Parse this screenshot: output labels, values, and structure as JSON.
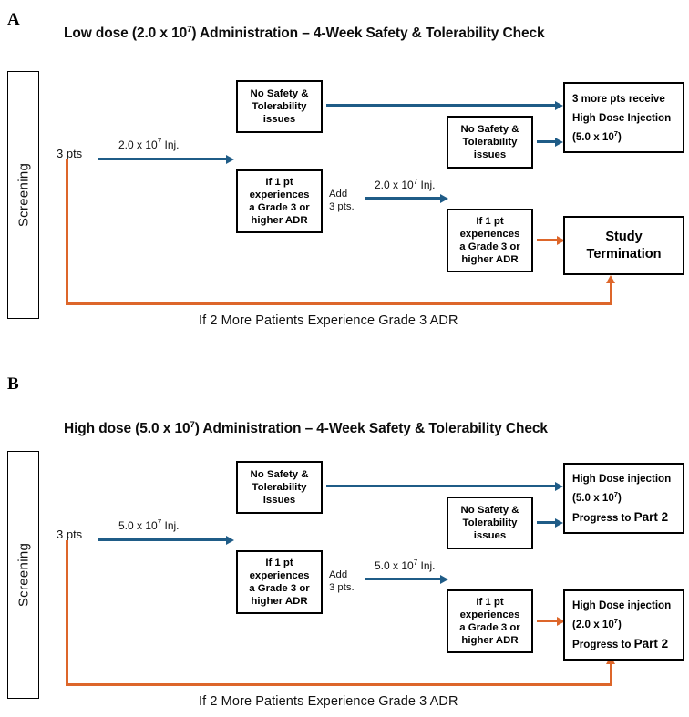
{
  "figure": {
    "type": "flowchart",
    "panels": [
      {
        "letter": "A",
        "title_parts": {
          "pre": "Low dose (2.0 x 10",
          "sup": "7",
          "post": ") Administration – 4-Week Safety & Tolerability Check"
        },
        "title_plain": "Low dose (2.0 x 10^7) Administration – 4-Week Safety & Tolerability Check",
        "screening_label": "Screening",
        "start_label": "3 pts",
        "inj_label_1": {
          "pre": "2.0 x 10",
          "sup": "7",
          "post": " Inj."
        },
        "inj_label_2": {
          "pre": "2.0 x 10",
          "sup": "7",
          "post": " Inj."
        },
        "add_label_line1": "Add",
        "add_label_line2": "3 pts.",
        "footer": "If 2 More Patients Experience Grade 3 ADR",
        "boxes": {
          "no_issues_top": [
            "No Safety &",
            "Tolerability",
            "issues"
          ],
          "adr_left": [
            "If 1 pt",
            "experiences",
            "a Grade 3 or",
            "higher ADR"
          ],
          "no_issues_mid": [
            "No Safety &",
            "Tolerability",
            "issues"
          ],
          "adr_mid": [
            "If 1 pt",
            "experiences",
            "a Grade 3 or",
            "higher ADR"
          ],
          "outcome_good_l1": "3 more pts receive",
          "outcome_good_l2": "High Dose Injection",
          "outcome_good_l3_pre": "(5.0 x 10",
          "outcome_good_l3_sup": "7",
          "outcome_good_l3_post": ")",
          "outcome_bad_l1": "Study",
          "outcome_bad_l2": "Termination"
        }
      },
      {
        "letter": "B",
        "title_parts": {
          "pre": "High dose (5.0 x 10",
          "sup": "7",
          "post": ") Administration – 4-Week Safety & Tolerability Check"
        },
        "title_plain": "High dose (5.0 x 10^7) Administration – 4-Week Safety & Tolerability Check",
        "screening_label": "Screening",
        "start_label": "3 pts",
        "inj_label_1": {
          "pre": "5.0 x 10",
          "sup": "7",
          "post": " Inj."
        },
        "inj_label_2": {
          "pre": "5.0 x 10",
          "sup": "7",
          "post": " Inj."
        },
        "add_label_line1": "Add",
        "add_label_line2": "3 pts.",
        "footer": "If 2 More Patients Experience Grade 3 ADR",
        "boxes": {
          "no_issues_top": [
            "No Safety &",
            "Tolerability",
            "issues"
          ],
          "adr_left": [
            "If 1 pt",
            "experiences",
            "a Grade 3 or",
            "higher ADR"
          ],
          "no_issues_mid": [
            "No Safety &",
            "Tolerability",
            "issues"
          ],
          "adr_mid": [
            "If 1 pt",
            "experiences",
            "a Grade 3 or",
            "higher ADR"
          ],
          "outcome_good_l1": "High Dose injection",
          "outcome_good_l2_pre": "(5.0 x 10",
          "outcome_good_l2_sup": "7",
          "outcome_good_l2_post": ")",
          "outcome_good_l3_pre": "Progress to ",
          "outcome_good_l3_strong": "Part 2",
          "outcome_bad_l1": "High Dose injection",
          "outcome_bad_l2_pre": "(2.0 x 10",
          "outcome_bad_l2_sup": "7",
          "outcome_bad_l2_post": ")",
          "outcome_bad_l3_pre": "Progress to ",
          "outcome_bad_l3_strong": "Part 2"
        }
      }
    ],
    "colors": {
      "arrow_blue": "#1f5c87",
      "arrow_orange": "#dd662a",
      "box_border": "#000000",
      "background": "#ffffff"
    }
  }
}
